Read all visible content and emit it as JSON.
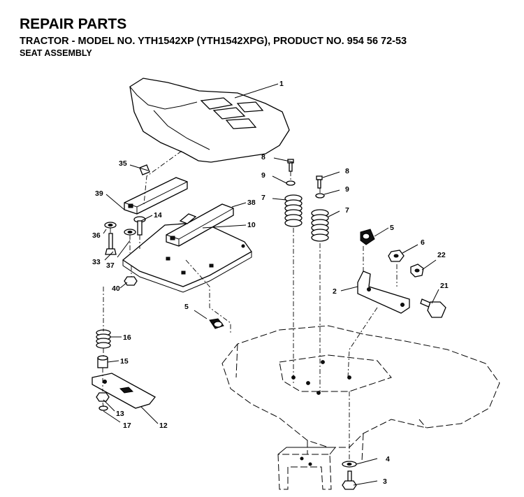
{
  "header": {
    "title": "REPAIR PARTS",
    "subtitle": "TRACTOR - MODEL NO. YTH1542XP (YTH1542XPG), PRODUCT NO. 954 56 72-53",
    "section": "SEAT ASSEMBLY"
  },
  "callouts": {
    "c1": "1",
    "c2": "2",
    "c3": "3",
    "c4": "4",
    "c5a": "5",
    "c5b": "5",
    "c6": "6",
    "c7a": "7",
    "c7b": "7",
    "c8a": "8",
    "c8b": "8",
    "c9a": "9",
    "c9b": "9",
    "c10": "10",
    "c12": "12",
    "c13": "13",
    "c14": "14",
    "c15": "15",
    "c16": "16",
    "c17": "17",
    "c21": "21",
    "c22": "22",
    "c33": "33",
    "c35": "35",
    "c36": "36",
    "c37": "37",
    "c38": "38",
    "c39": "39",
    "c40": "40"
  }
}
